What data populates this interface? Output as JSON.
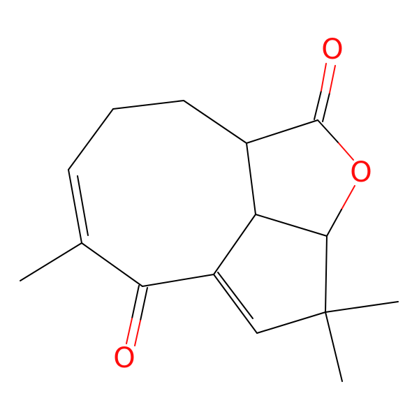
{
  "molecule": {
    "colors": {
      "carbon_bond": "#000000",
      "oxygen": "#ff0d0d",
      "background": "#ffffff"
    },
    "atoms": [
      {
        "id": "O_carbonyl_top",
        "symbol": "O"
      },
      {
        "id": "O_ring",
        "symbol": "O"
      },
      {
        "id": "O_carbonyl_bottom",
        "symbol": "O"
      }
    ]
  }
}
